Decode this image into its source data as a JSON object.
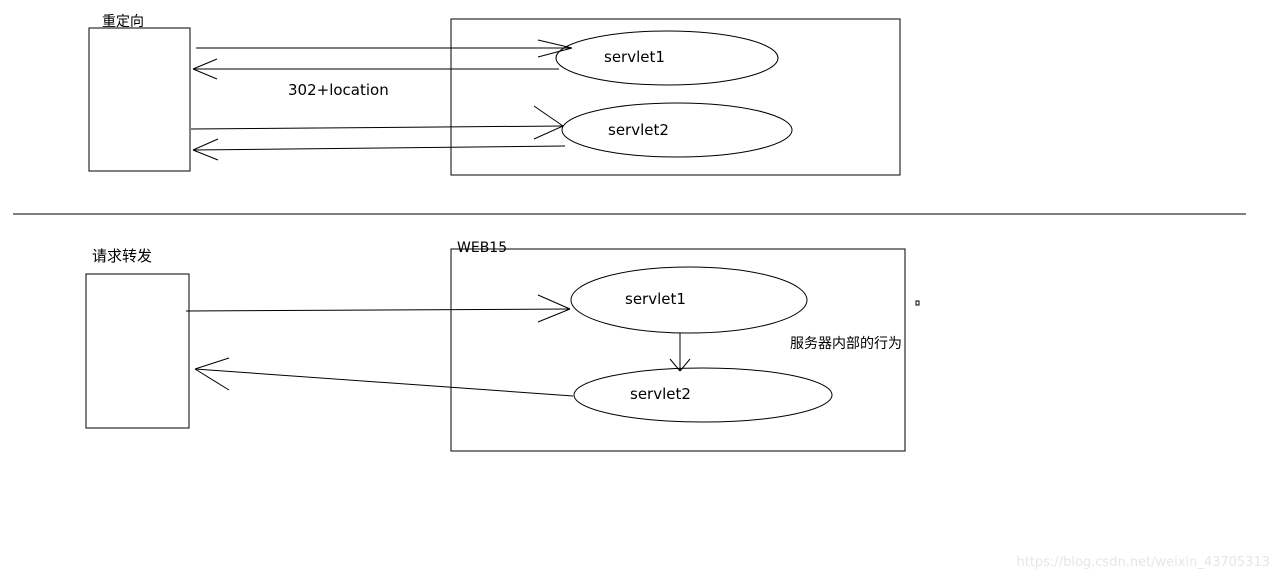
{
  "redirect": {
    "title": "重定向",
    "servlet1": "servlet1",
    "servlet2": "servlet2",
    "edge_label": "302+location"
  },
  "forward": {
    "title": "请求转发",
    "container_label": "WEB15",
    "servlet1": "servlet1",
    "servlet2": "servlet2",
    "note": "服务器内部的行为"
  },
  "watermark": "https://blog.csdn.net/weixin_43705313"
}
